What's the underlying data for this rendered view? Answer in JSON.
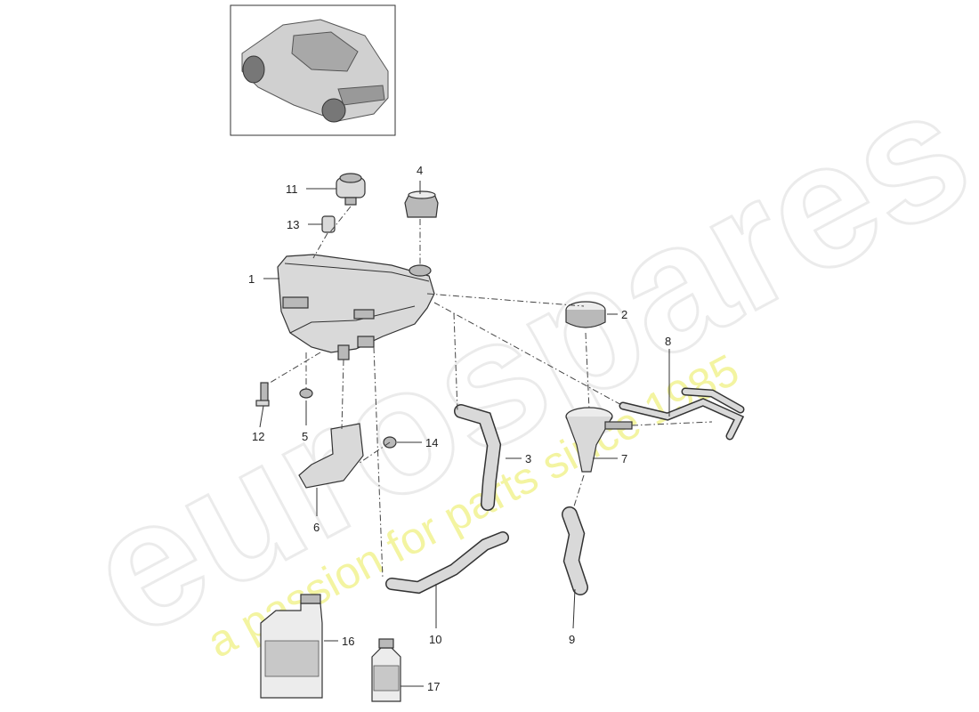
{
  "watermark": {
    "brand": "eurospares",
    "tagline": "a passion for parts since 1985"
  },
  "callouts": [
    {
      "id": "1",
      "label": "1"
    },
    {
      "id": "2",
      "label": "2"
    },
    {
      "id": "3",
      "label": "3"
    },
    {
      "id": "4",
      "label": "4"
    },
    {
      "id": "5",
      "label": "5"
    },
    {
      "id": "6",
      "label": "6"
    },
    {
      "id": "7",
      "label": "7"
    },
    {
      "id": "8",
      "label": "8"
    },
    {
      "id": "9",
      "label": "9"
    },
    {
      "id": "10",
      "label": "10"
    },
    {
      "id": "11",
      "label": "11"
    },
    {
      "id": "12",
      "label": "12"
    },
    {
      "id": "13",
      "label": "13"
    },
    {
      "id": "14",
      "label": "14"
    },
    {
      "id": "16",
      "label": "16"
    },
    {
      "id": "17",
      "label": "17"
    }
  ],
  "colors": {
    "line": "#333333",
    "part_fill": "#d9d9d9",
    "watermark_brand": "#dcdcdc",
    "watermark_tagline": "#eef07a"
  }
}
